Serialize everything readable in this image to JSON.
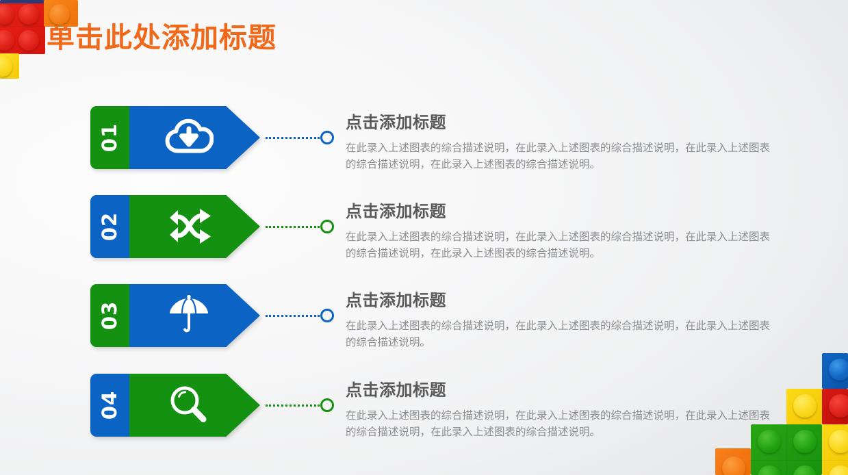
{
  "slide": {
    "title": "单击此处添加标题",
    "background_start": "#fdfdfd",
    "background_end": "#dedfe1",
    "title_color": "#f0691a"
  },
  "palette": {
    "green": "#149110",
    "blue": "#0b64c4",
    "heading_gray": "#595959",
    "body_gray": "#8a8b8d",
    "lego_red": "#d6140c",
    "lego_orange": "#ef7207",
    "lego_yellow": "#f5c908",
    "lego_blue": "#0a55ab",
    "lego_green": "#17920d"
  },
  "rows": [
    {
      "number": "01",
      "icon": "cloud-download-icon",
      "num_color": "#149110",
      "body_color": "#0b64c4",
      "connector_color": "#0b64c4",
      "heading": "点击添加标题",
      "description": "在此录入上述图表的综合描述说明，在此录入上述图表的综合描述说明，在此录入上述图表的综合描述说明，在此录入上述图表的综合描述说明。"
    },
    {
      "number": "02",
      "icon": "shuffle-arrows-icon",
      "num_color": "#0b64c4",
      "body_color": "#149110",
      "connector_color": "#149110",
      "heading": "点击添加标题",
      "description": "在此录入上述图表的综合描述说明，在此录入上述图表的综合描述说明，在此录入上述图表的综合描述说明，在此录入上述图表的综合描述说明。"
    },
    {
      "number": "03",
      "icon": "umbrella-icon",
      "num_color": "#149110",
      "body_color": "#0b64c4",
      "connector_color": "#0b64c4",
      "heading": "点击添加标题",
      "description": "在此录入上述图表的综合描述说明，在此录入上述图表的综合描述说明，在此录入上述图表的综合描述说明。"
    },
    {
      "number": "04",
      "icon": "magnifier-icon",
      "num_color": "#0b64c4",
      "body_color": "#149110",
      "connector_color": "#149110",
      "heading": "点击添加标题",
      "description": "在此录入上述图表的综合描述说明，在此录入上述图表的综合描述说明，在此录入上述图表的综合描述说明，在此录入上述图表的综合描述说明。"
    }
  ],
  "decorations": {
    "top_left_bricks": [
      "red",
      "orange",
      "yellow"
    ],
    "bottom_right_bricks": [
      "blue",
      "yellow",
      "red",
      "green",
      "yellow",
      "orange",
      "green"
    ]
  }
}
